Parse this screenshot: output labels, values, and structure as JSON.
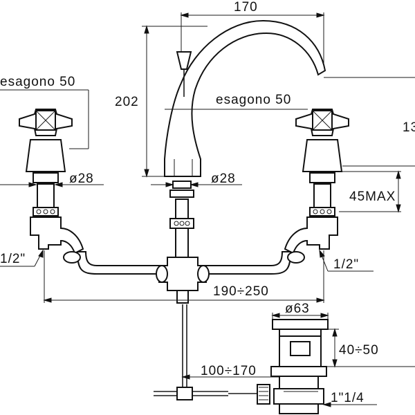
{
  "labels": {
    "top_width": "170",
    "height": "202",
    "hex_left": "esagono 50",
    "hex_center": "esagono 50",
    "right_height_partial": "13",
    "dia_left": "ø28",
    "dia_center": "ø28",
    "max_adjust": "45MAX",
    "thread_left": "1/2\"",
    "thread_right": "1/2\"",
    "spacing": "190÷250",
    "waste_dia": "ø63",
    "waste_height": "40÷50",
    "rod_range": "100÷170",
    "waste_thread": "1\"1/4"
  }
}
